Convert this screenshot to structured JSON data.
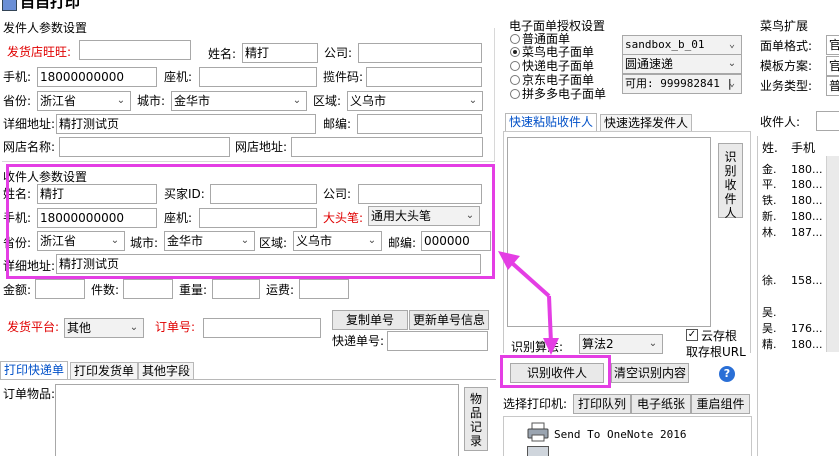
{
  "window": {
    "title": "自自打印"
  },
  "sender": {
    "group_title": "发件人参数设置",
    "shop_wangwang_label": "发货店旺旺:",
    "shop_wangwang_value": "",
    "name_label": "姓名:",
    "name_value": "精打",
    "company_label": "公司:",
    "company_value": "",
    "mobile_label": "手机:",
    "mobile_value": "18000000000",
    "phone_label": "座机:",
    "phone_value": "",
    "pickup_code_label": "揽件码:",
    "pickup_code_value": "",
    "province_label": "省份:",
    "province_value": "浙江省",
    "city_label": "城市:",
    "city_value": "金华市",
    "district_label": "区域:",
    "district_value": "义乌市",
    "address_label": "详细地址:",
    "address_value": "精打测试页",
    "zip_label": "邮编:",
    "zip_value": "",
    "shop_name_label": "网店名称:",
    "shop_name_value": "",
    "shop_url_label": "网店地址:",
    "shop_url_value": ""
  },
  "receiver": {
    "group_title": "收件人参数设置",
    "name_label": "姓名:",
    "name_value": "精打",
    "buyer_id_label": "买家ID:",
    "buyer_id_value": "",
    "company_label": "公司:",
    "company_value": "",
    "mobile_label": "手机:",
    "mobile_value": "18000000000",
    "phone_label": "座机:",
    "phone_value": "",
    "big_head_pen_label": "大头笔:",
    "big_head_pen_value": "通用大头笔",
    "province_label": "省份:",
    "province_value": "浙江省",
    "city_label": "城市:",
    "city_value": "金华市",
    "district_label": "区域:",
    "district_value": "义乌市",
    "zip_label": "邮编:",
    "zip_value": "000000",
    "address_label": "详细地址:",
    "address_value": "精打测试页"
  },
  "order": {
    "amount_label": "金额:",
    "amount_value": "",
    "pieces_label": "件数:",
    "pieces_value": "",
    "weight_label": "重量:",
    "weight_value": "",
    "freight_label": "运费:",
    "freight_value": "",
    "platform_label": "发货平台:",
    "platform_value": "其他",
    "order_no_label": "订单号:",
    "order_no_value": "",
    "copy_no_button": "复制单号",
    "update_no_button": "更新单号信息",
    "tracking_no_label": "快递单号:",
    "tracking_no_value": ""
  },
  "bottom_tabs": [
    "打印快递单",
    "打印发货单",
    "其他字段"
  ],
  "items": {
    "label": "订单物品:",
    "record_button": "物品记录"
  },
  "waybill_auth": {
    "title": "电子面单授权设置",
    "options": [
      "普通面单",
      "菜鸟电子面单",
      "快递电子面单",
      "京东电子面单",
      "拼多多电子面单"
    ],
    "selected_index": 1,
    "env_value": "sandbox_b_01",
    "express_value": "圆通速递",
    "available_value": "可用: 999982841 |"
  },
  "cainiao_ext": {
    "title": "菜鸟扩展",
    "face_format_label": "面单格式:",
    "face_format_value": "官",
    "template_label": "模板方案:",
    "template_value": "官",
    "business_label": "业务类型:",
    "business_value": "普"
  },
  "paste_tabs": [
    "快速粘贴收件人",
    "快速选择发件人"
  ],
  "recognize": {
    "side_button": "识别收件人",
    "algo_label": "识别算法:",
    "algo_value": "算法2",
    "cloud_store_label": "云存根",
    "fetch_store_label": "取存根URL",
    "cloud_store_checked": true,
    "recognize_button": "识别收件人",
    "clear_button": "清空识别内容",
    "help_icon_text": "?"
  },
  "printer": {
    "select_label": "选择打印机:",
    "queue_button": "打印队列",
    "paper_button": "电子纸张",
    "reset_button": "重启组件",
    "printers": [
      "Send To OneNote 2016"
    ]
  },
  "receiver_list": {
    "label": "收件人:",
    "headers": [
      "姓.",
      "手机"
    ],
    "rows": [
      [
        "金.",
        "180..."
      ],
      [
        "平.",
        "180..."
      ],
      [
        "铁.",
        "180..."
      ],
      [
        "新.",
        "180..."
      ],
      [
        "林.",
        "187..."
      ],
      [
        "徐.",
        "158..."
      ],
      [
        "吴.",
        ""
      ],
      [
        "吴.",
        "176..."
      ],
      [
        "精.",
        "180..."
      ]
    ]
  },
  "colors": {
    "highlight": "#e43ee4",
    "red_label": "#e00000",
    "tab_active": "#0050c8"
  }
}
